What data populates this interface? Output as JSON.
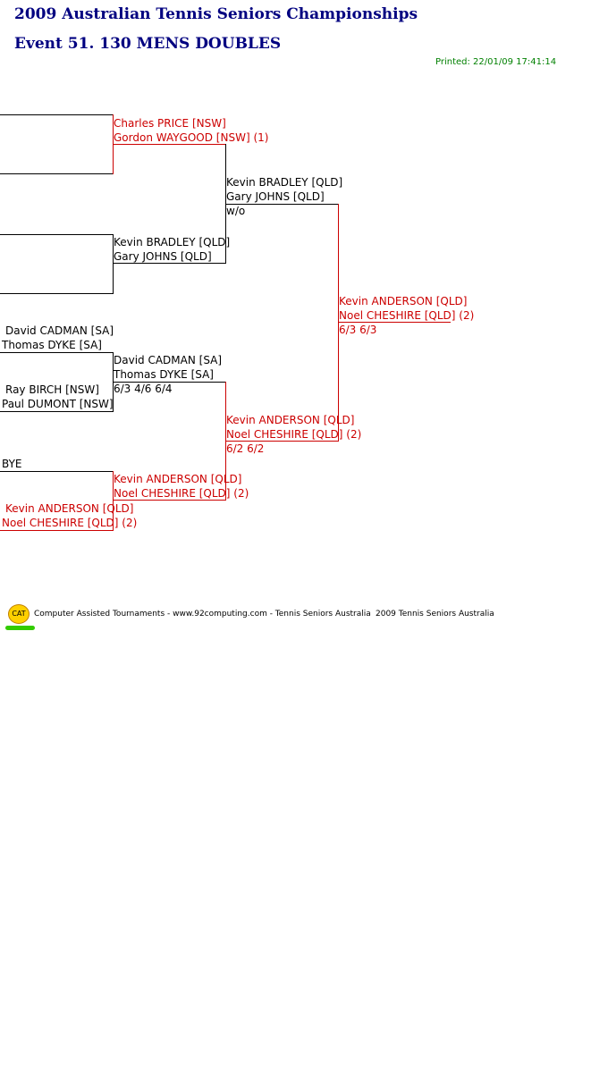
{
  "header": {
    "title": "2009 Australian Tennis Seniors Championships",
    "event": "Event 51. 130 MENS DOUBLES",
    "printed": "Printed: 22/01/09 17:41:14"
  },
  "round1": {
    "e5_line1": "David CADMAN [SA]",
    "e5_line2": "Thomas DYKE [SA]",
    "e6_line1": "Ray BIRCH [NSW]",
    "e6_line2": "Paul DUMONT [NSW]",
    "e7_line1": "BYE",
    "e8_line1": "Kevin ANDERSON [QLD]",
    "e8_line2": "Noel CHESHIRE [QLD] (2)"
  },
  "round2": {
    "m1_line1": "Charles PRICE [NSW]",
    "m1_line2": "Gordon WAYGOOD [NSW] (1)",
    "m2_line1": "Kevin BRADLEY [QLD]",
    "m2_line2": "Gary JOHNS [QLD]",
    "m3_line1": "David CADMAN [SA]",
    "m3_line2": "Thomas DYKE [SA]",
    "m3_score": "6/3 4/6 6/4",
    "m4_line1": "Kevin ANDERSON [QLD]",
    "m4_line2": "Noel CHESHIRE [QLD] (2)"
  },
  "semis": {
    "s1_line1": "Kevin BRADLEY [QLD]",
    "s1_line2": "Gary JOHNS [QLD]",
    "s1_score": "w/o",
    "s2_line1": "Kevin ANDERSON [QLD]",
    "s2_line2": "Noel CHESHIRE [QLD] (2)",
    "s2_score": "6/2 6/2"
  },
  "final": {
    "line1": "Kevin ANDERSON [QLD]",
    "line2": "Noel CHESHIRE [QLD] (2)",
    "score": "6/3 6/3"
  },
  "footer": {
    "logo_text": "CAT",
    "credit": "Computer Assisted Tournaments - www.92computing.com -  Tennis Seniors Australia",
    "right": "2009 Tennis Seniors Australia"
  },
  "colors": {
    "title": "#000080",
    "winner": "#cc0000",
    "printed": "#008000"
  }
}
